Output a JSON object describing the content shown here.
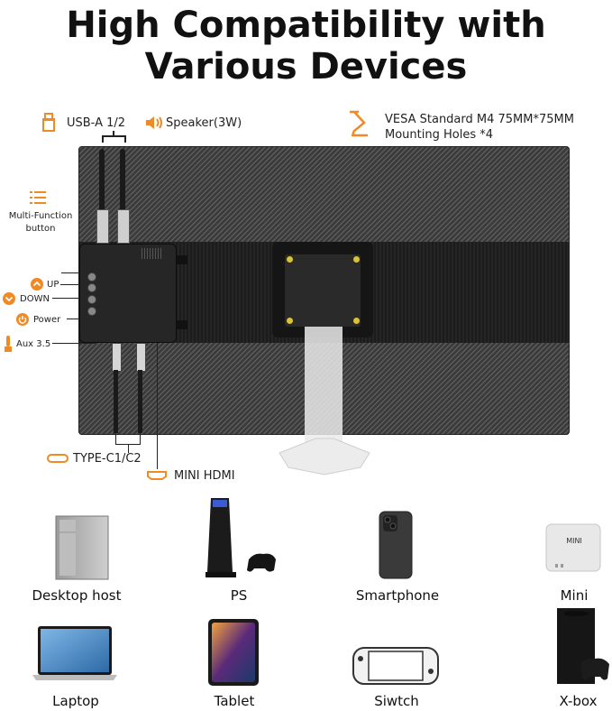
{
  "title_line1": "High Compatibility with",
  "title_line2": "Various Devices",
  "ports": {
    "usb": "USB-A 1/2",
    "speaker": "Speaker(3W)",
    "vesa_line1": "VESA Standard M4 75MM*75MM",
    "vesa_line2": "Mounting Holes *4",
    "multi_line1": "Multi-Function",
    "multi_line2": "button",
    "up": "UP",
    "down": "DOWN",
    "power": "Power",
    "aux": "Aux 3.5",
    "typec": "TYPE-C1/C2",
    "hdmi": "MINI HDMI"
  },
  "devices": [
    {
      "label": "Desktop host"
    },
    {
      "label": "PS"
    },
    {
      "label": "Smartphone"
    },
    {
      "label": "Mini"
    },
    {
      "label": "Laptop"
    },
    {
      "label": "Tablet"
    },
    {
      "label": "Siwtch"
    },
    {
      "label": "X-box"
    }
  ],
  "mini_badge": "MINI",
  "colors": {
    "accent": "#f08a24"
  }
}
